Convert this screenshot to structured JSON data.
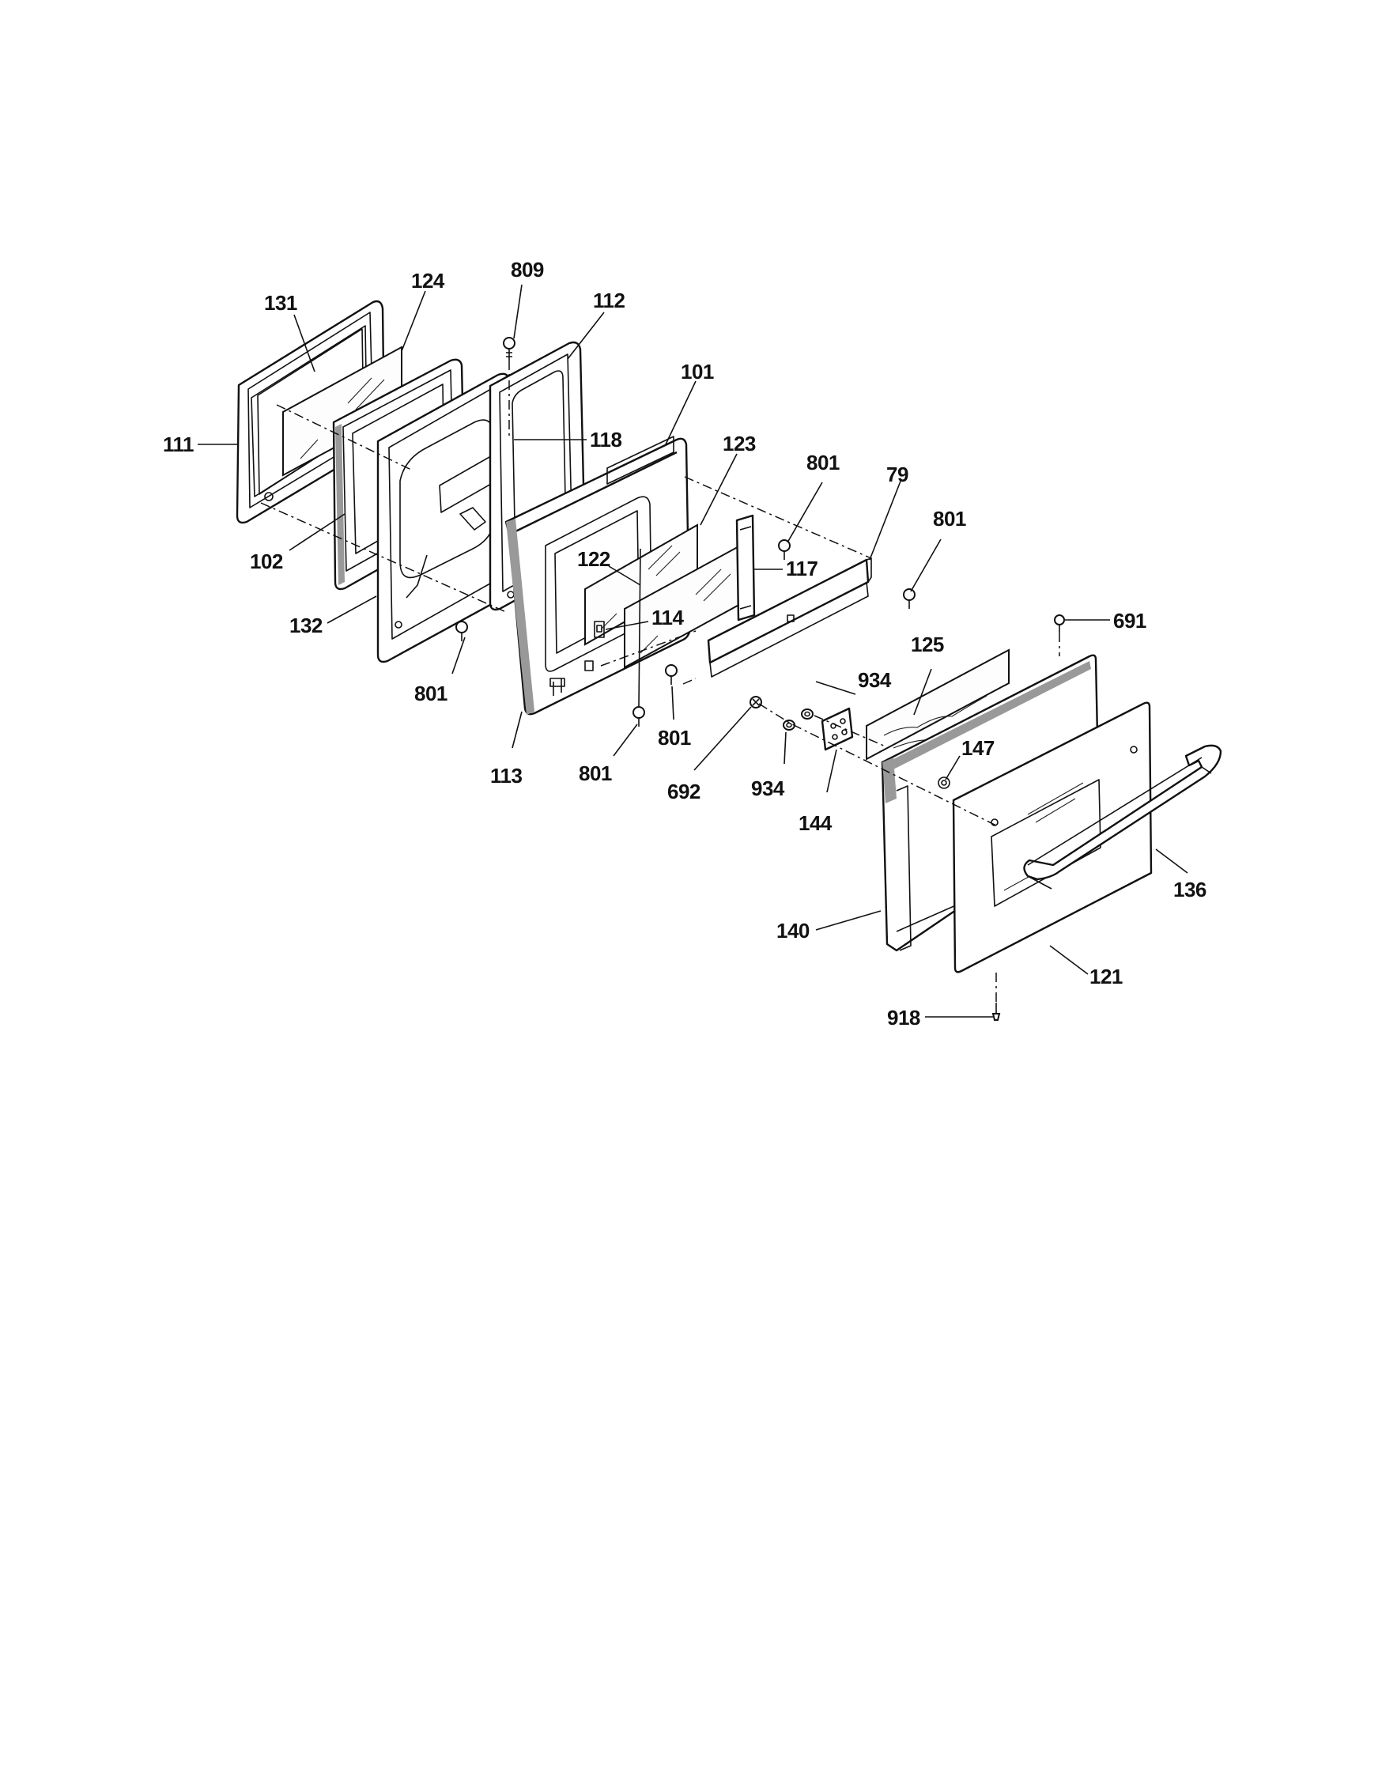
{
  "diagram": {
    "callouts": [
      {
        "id": "131",
        "text": "131"
      },
      {
        "id": "124",
        "text": "124"
      },
      {
        "id": "809",
        "text": "809"
      },
      {
        "id": "112",
        "text": "112"
      },
      {
        "id": "101",
        "text": "101"
      },
      {
        "id": "111",
        "text": "111"
      },
      {
        "id": "118",
        "text": "118"
      },
      {
        "id": "123",
        "text": "123"
      },
      {
        "id": "801a",
        "text": "801"
      },
      {
        "id": "79",
        "text": "79"
      },
      {
        "id": "801b",
        "text": "801"
      },
      {
        "id": "102",
        "text": "102"
      },
      {
        "id": "122",
        "text": "122"
      },
      {
        "id": "117",
        "text": "117"
      },
      {
        "id": "132",
        "text": "132"
      },
      {
        "id": "114",
        "text": "114"
      },
      {
        "id": "691",
        "text": "691"
      },
      {
        "id": "801c",
        "text": "801"
      },
      {
        "id": "125",
        "text": "125"
      },
      {
        "id": "934a",
        "text": "934"
      },
      {
        "id": "801d",
        "text": "801"
      },
      {
        "id": "147",
        "text": "147"
      },
      {
        "id": "113",
        "text": "113"
      },
      {
        "id": "801e",
        "text": "801"
      },
      {
        "id": "692",
        "text": "692"
      },
      {
        "id": "934b",
        "text": "934"
      },
      {
        "id": "144",
        "text": "144"
      },
      {
        "id": "136",
        "text": "136"
      },
      {
        "id": "140",
        "text": "140"
      },
      {
        "id": "121",
        "text": "121"
      },
      {
        "id": "918",
        "text": "918"
      },
      {
        "id": "801f",
        "text": "801"
      }
    ]
  }
}
